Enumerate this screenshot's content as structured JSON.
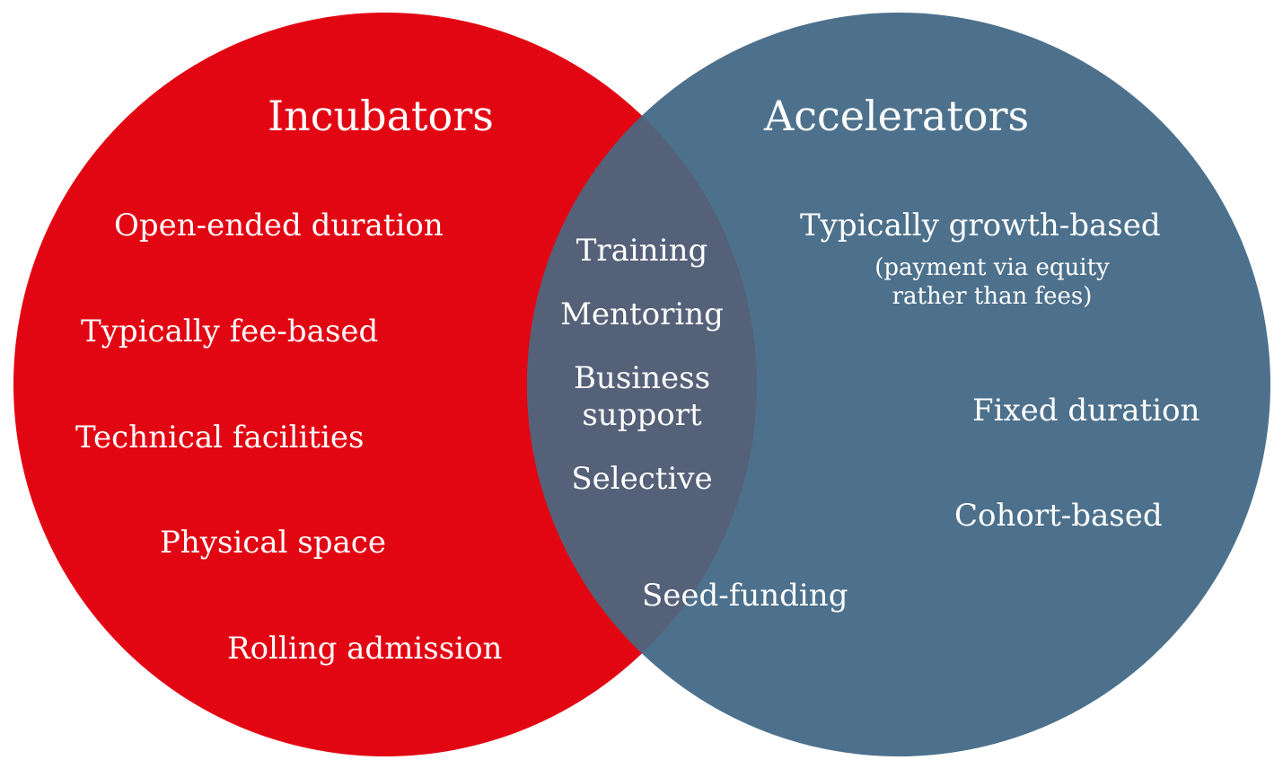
{
  "colors": {
    "incubators": "#E20613",
    "accelerators": "#4D718C",
    "overlap": "#556178",
    "text": "#FFFFFF"
  },
  "incubators": {
    "title": "Incubators",
    "items": [
      "Open-ended duration",
      "Typically fee-based",
      "Technical facilities",
      "Physical space",
      "Rolling admission"
    ]
  },
  "accelerators": {
    "title": "Accelerators",
    "items": [
      "Typically growth-based",
      "Fixed duration",
      "Cohort-based"
    ],
    "note_line1": "(payment via equity",
    "note_line2": "rather than fees)"
  },
  "shared": {
    "items": [
      "Training",
      "Mentoring",
      "Business",
      "support",
      "Selective"
    ],
    "seed_funding": "Seed-funding"
  }
}
